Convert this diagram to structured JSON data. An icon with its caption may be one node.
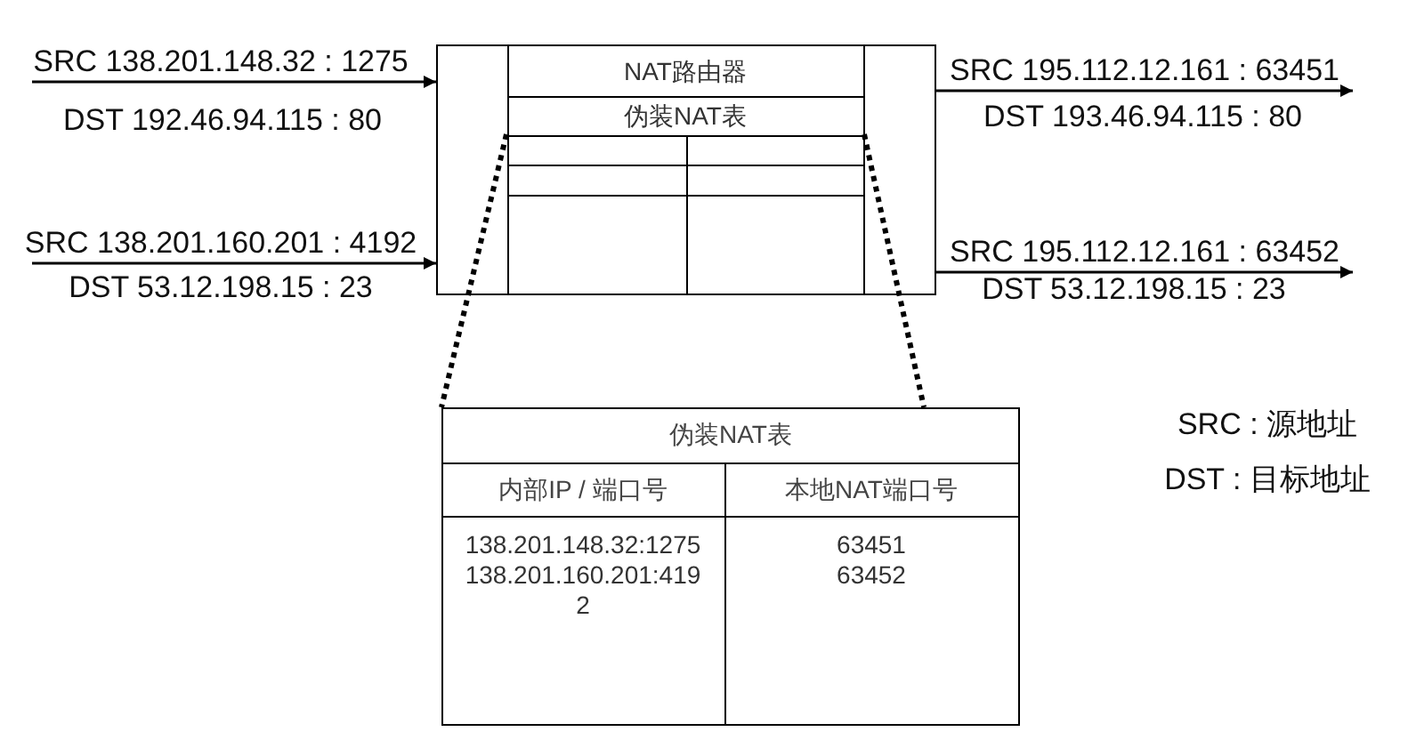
{
  "diagram": {
    "nodes": [
      {
        "text": [],
        "shape": "box"
      },
      {
        "text": [
          "NAT路由器"
        ],
        "in": 0
      },
      {
        "text": [
          "伪装NAT表"
        ],
        "in": 0
      },
      {
        "text": [],
        "shape": "box",
        "in": 0
      },
      {
        "text": [
          "伪装NAT表"
        ]
      },
      {
        "text": [
          "内部IP / 端口号"
        ],
        "in": 4
      },
      {
        "text": [
          "本地NAT端口号"
        ],
        "in": 4
      },
      {
        "text": [
          "138.201.148.32:1275",
          "138.201.160.201:4192"
        ],
        "in": 4
      },
      {
        "text": [
          "63451",
          "63452"
        ],
        "in": 4
      }
    ],
    "edges": [
      {
        "from": null,
        "to": 0,
        "arrow": "to",
        "label": "SRC 138.201.148.32 : 1275"
      },
      {
        "from": null,
        "to": 0,
        "arrow": "to",
        "label": "SRC 138.201.160.201 : 4192"
      },
      {
        "from": 0,
        "to": null,
        "arrow": "to",
        "label": "SRC 195.112.12.161 : 63451"
      },
      {
        "from": 0,
        "to": null,
        "arrow": "to",
        "label": "SRC 195.112.12.161 : 63452"
      },
      {
        "from": 3,
        "to": 4,
        "arrow": "none",
        "style": "dashed"
      },
      {
        "from": 3,
        "to": 4,
        "arrow": "none",
        "style": "dashed"
      }
    ],
    "labels": [
      "DST 192.46.94.115 : 80",
      "DST 193.46.94.115 : 80",
      "DST 53.12.198.15 : 23",
      "DST 53.12.198.15 : 23",
      "SRC : 源地址",
      "DST : 目标地址"
    ]
  }
}
